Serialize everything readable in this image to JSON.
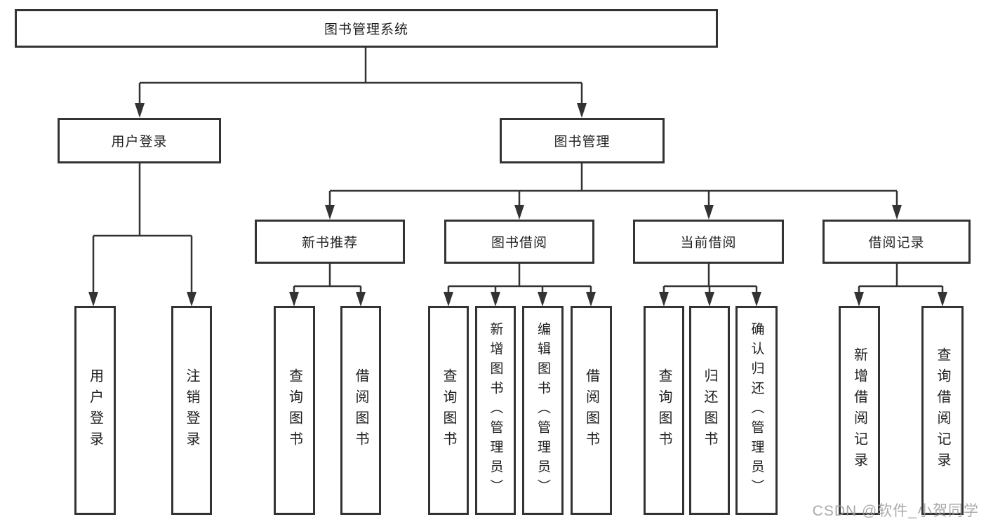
{
  "colors": {
    "line": "#333333",
    "box_border": "#333333",
    "box_fill": "#ffffff",
    "text": "#1f1f1f",
    "watermark": "#9e9e9e"
  },
  "watermark": "CSDN @软件_小贺同学",
  "tree": {
    "label": "图书管理系统",
    "children": [
      {
        "label": "用户登录",
        "children": [
          {
            "label": "用户登录"
          },
          {
            "label": "注销登录"
          }
        ]
      },
      {
        "label": "图书管理",
        "children": [
          {
            "label": "新书推荐",
            "children": [
              {
                "label": "查询图书"
              },
              {
                "label": "借阅图书"
              }
            ]
          },
          {
            "label": "图书借阅",
            "children": [
              {
                "label": "查询图书"
              },
              {
                "label": "新增图书（管理员）"
              },
              {
                "label": "编辑图书（管理员）"
              },
              {
                "label": "借阅图书"
              }
            ]
          },
          {
            "label": "当前借阅",
            "children": [
              {
                "label": "查询图书"
              },
              {
                "label": "归还图书"
              },
              {
                "label": "确认归还（管理员）"
              }
            ]
          },
          {
            "label": "借阅记录",
            "children": [
              {
                "label": "新增借阅记录"
              },
              {
                "label": "查询借阅记录"
              }
            ]
          }
        ]
      }
    ]
  }
}
